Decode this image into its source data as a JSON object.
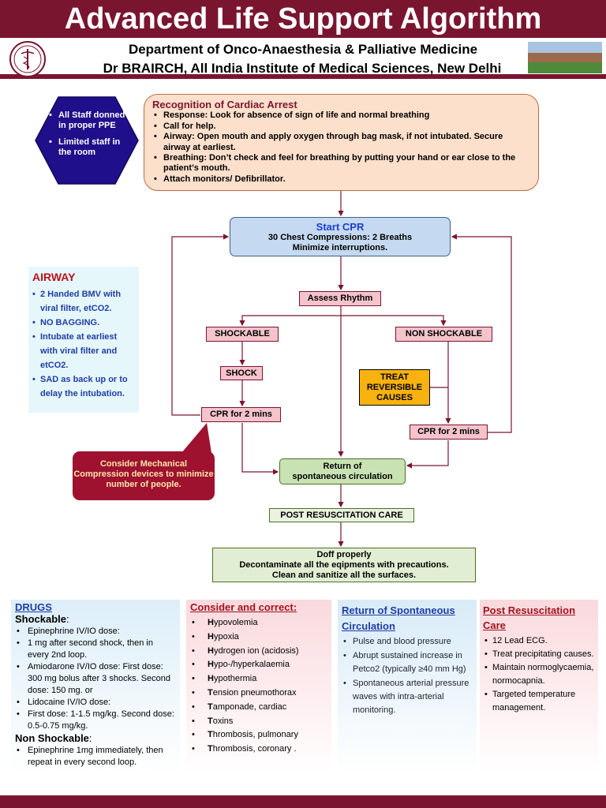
{
  "header": {
    "title": "Advanced Life Support Algorithm",
    "line1": "Department of Onco-Anaesthesia & Palliative Medicine",
    "line2": "Dr BRAIRCH, All India Institute of Medical Sciences, New Delhi"
  },
  "staff": {
    "items": [
      "All Staff donned in proper PPE",
      "Limited staff in the room"
    ]
  },
  "recognition": {
    "title": "Recognition of Cardiac Arrest",
    "items": [
      "Response: Look for absence  of sign of life and normal breathing",
      "Call for help.",
      "Airway: Open mouth and apply oxygen through bag mask, if not intubated. Secure airway at earliest.",
      "Breathing:  Don’t  check and feel for breathing by putting your hand or ear close to the patient’s mouth.",
      "Attach monitors/ Defibrillator."
    ]
  },
  "start_cpr": {
    "title": "Start CPR",
    "line1": "30 Chest Compressions: 2 Breaths",
    "line2": "Minimize interruptions."
  },
  "airway": {
    "title": "AIRWAY",
    "items": [
      "2 Handed BMV with viral filter, etCO2.",
      "NO BAGGING.",
      "Intubate at earliest with viral filter and etCO2.",
      "SAD as back up or to delay the intubation."
    ]
  },
  "flow": {
    "assess": "Assess Rhythm",
    "shockable": "SHOCKABLE",
    "non_shockable": "NON SHOCKABLE",
    "shock": "SHOCK",
    "treat": "TREAT REVERSIBLE CAUSES",
    "cpr_left": "CPR for 2 mins",
    "cpr_right": "CPR for 2 mins",
    "rosc_line1": "Return of",
    "rosc_line2": "spontaneous circulation",
    "post": "POST RESUSCITATION CARE",
    "mechanical": "Consider Mechanical Compression devices to minimize number of people.",
    "doff_line1": "Doff properly",
    "doff_line2": "Decontaminate all the eqipments with precautions.",
    "doff_line3": "Clean and sanitize all the surfaces."
  },
  "drugs": {
    "title": "DRUGS",
    "shockable_label": "Shockable",
    "shockable_items": [
      "Epinephrine IV/IO dose:",
      "1 mg after second shock, then in every 2nd loop.",
      "Amiodarone IV/IO dose: First dose: 300 mg bolus after 3 shocks. Second dose: 150 mg. or",
      "Lidocaine IV/IO dose:",
      "First dose: 1-1.5 mg/kg. Second dose: 0.5-0.75 mg/kg."
    ],
    "non_shockable_label": "Non Shockable",
    "non_shockable_items": [
      "Epinephrine 1mg immediately, then repeat in every second loop."
    ]
  },
  "consider": {
    "title": "Consider and correct:",
    "items": [
      [
        "H",
        "ypovolemia"
      ],
      [
        "H",
        "ypoxia"
      ],
      [
        "H",
        "ydrogen ion (acidosis)"
      ],
      [
        "H",
        "ypo-/hyperkalaemia"
      ],
      [
        "H",
        "ypothermia"
      ],
      [
        "T",
        "ension pneumothorax"
      ],
      [
        "T",
        "amponade, cardiac"
      ],
      [
        "T",
        "oxins"
      ],
      [
        "T",
        "hrombosis, pulmonary"
      ],
      [
        "T",
        "hrombosis, coronary ."
      ]
    ]
  },
  "rosc_panel": {
    "title": "Return of Spontaneous Circulation",
    "items": [
      "Pulse and blood pressure",
      "Abrupt sustained increase in Petco2 (typically ≥40 mm Hg)",
      "Spontaneous arterial pressure waves with intra-arterial monitoring."
    ]
  },
  "post_care": {
    "title": "Post Resuscitation Care",
    "items": [
      "12 Lead ECG.",
      "Treat precipitating causes.",
      "Maintain normoglycaemia, normocapnia.",
      "Targeted temperature management."
    ]
  },
  "colors": {
    "maroon": "#7a1530",
    "blue": "#1e3ea5",
    "red": "#c0101a"
  }
}
